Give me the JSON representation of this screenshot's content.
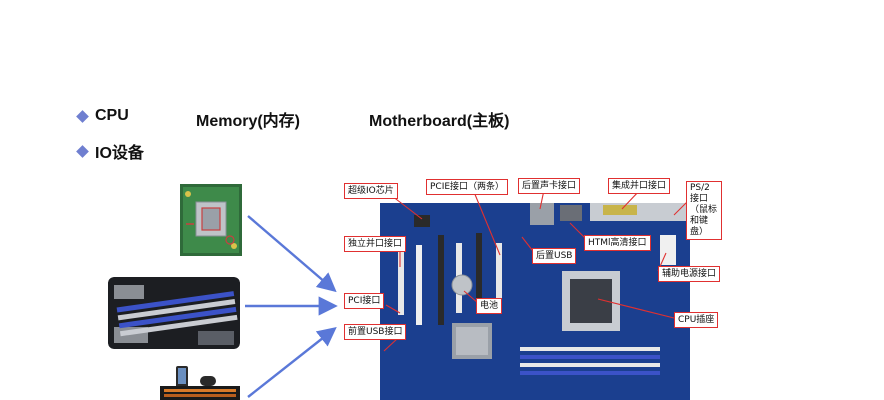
{
  "bullets": [
    {
      "text": "CPU"
    },
    {
      "text": "IO设备"
    }
  ],
  "terms": {
    "memory": "Memory(内存)",
    "motherboard": "Motherboard(主板)"
  },
  "callouts": {
    "super_io": "超级IO芯片",
    "pcie": "PCIE接口（两条）",
    "rear_audio": "后置声卡接口",
    "integrated_port": "集成并口接口",
    "ps2": "PS/2接口（鼠标和键盘）",
    "parallel": "独立并口接口",
    "html_port": "HTMl高清接口",
    "rear_usb": "后置USB",
    "aux_power": "辅助电源接口",
    "pci": "PCI接口",
    "battery": "电池",
    "cpu_socket": "CPU插座",
    "front_usb": "前置USB接口"
  },
  "colors": {
    "bullet": "#6f7fd0",
    "arrow": "#5a78d8",
    "callout_border": "#e03030",
    "board": "#1b3f8f"
  }
}
